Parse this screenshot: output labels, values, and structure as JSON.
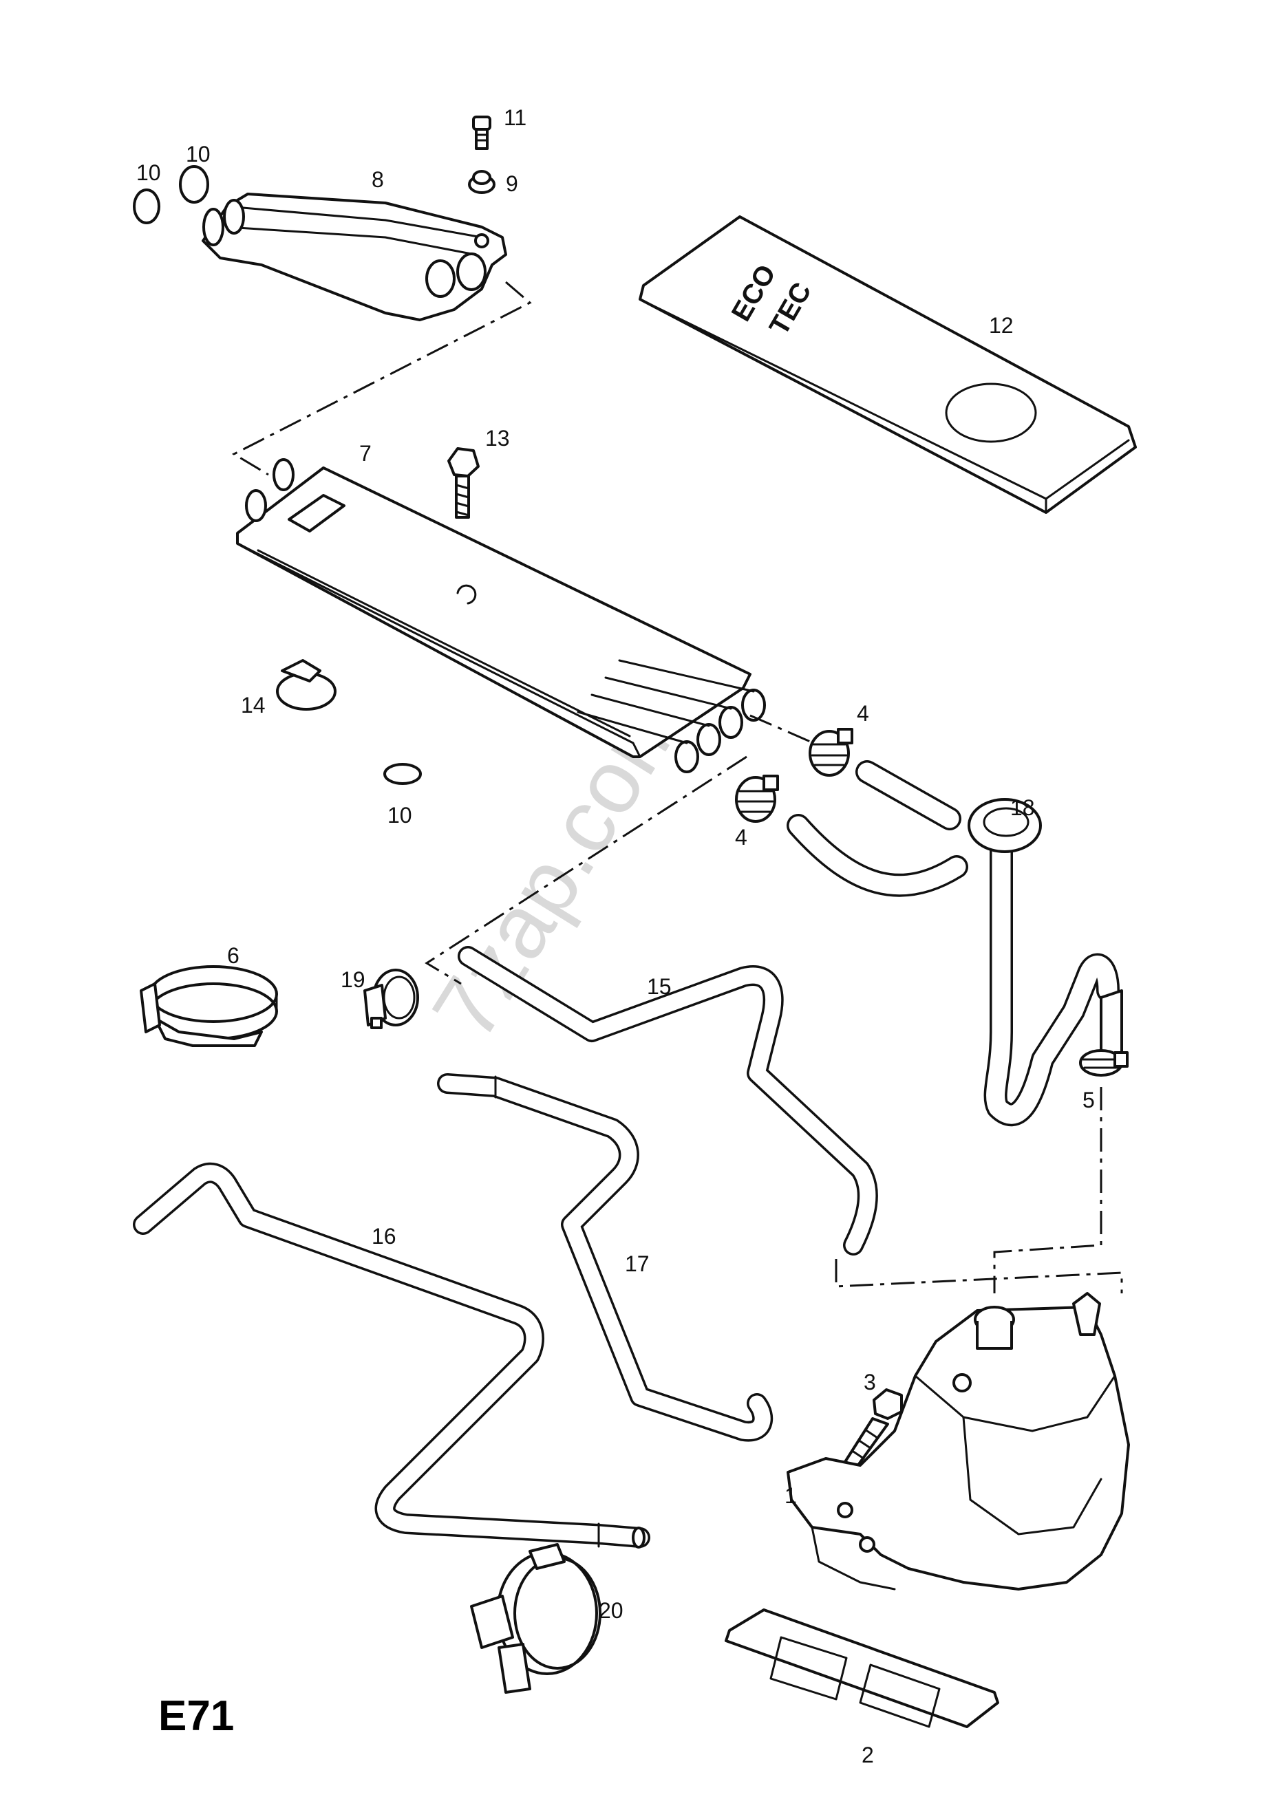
{
  "diagram_code": "E71",
  "watermark": "7zap.com",
  "cover_lettering": [
    "ECO",
    "TEC"
  ],
  "callouts": {
    "c1": "1",
    "c2": "2",
    "c3": "3",
    "c4a": "4",
    "c4b": "4",
    "c5": "5",
    "c6": "6",
    "c7": "7",
    "c8": "8",
    "c9": "9",
    "c10a": "10",
    "c10b": "10",
    "c10c": "10",
    "c11": "11",
    "c12": "12",
    "c13": "13",
    "c14": "14",
    "c15": "15",
    "c16": "16",
    "c17": "17",
    "c18": "18",
    "c19": "19",
    "c20": "20"
  }
}
